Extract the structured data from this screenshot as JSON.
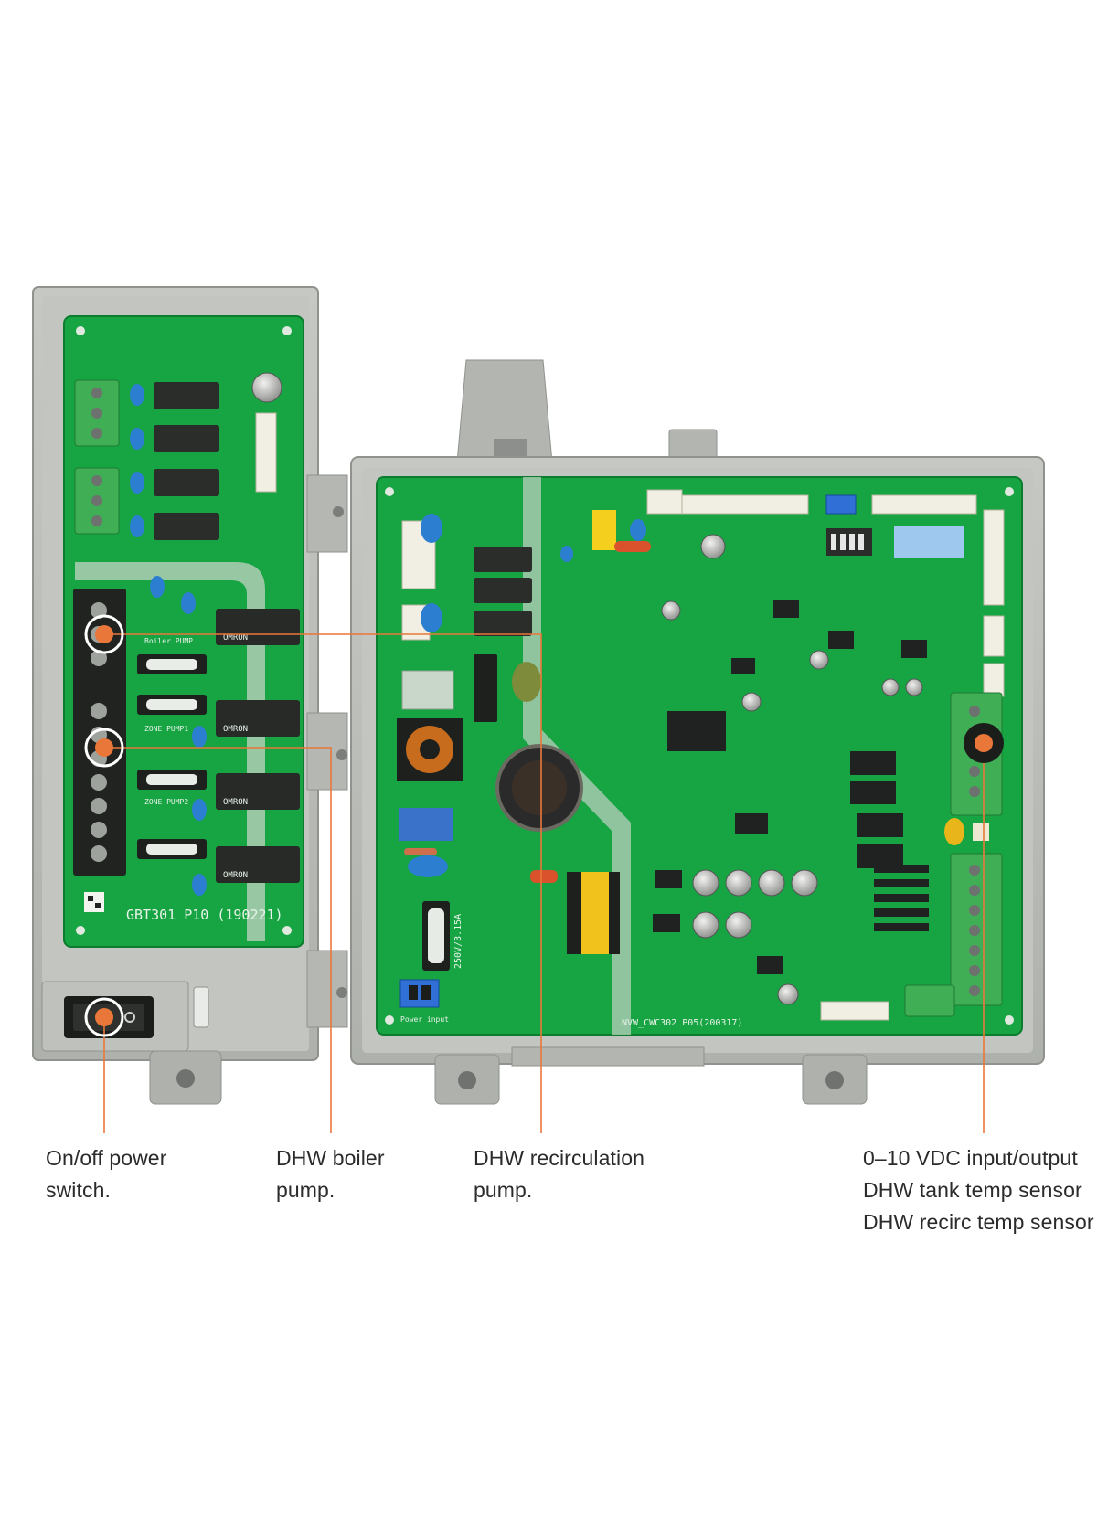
{
  "colors": {
    "background": "#ffffff",
    "enclosure": "#b9bcb8",
    "enclosure_dark": "#9ea19c",
    "pcb": "#17a443",
    "pcb_dark": "#0e8a36",
    "callout": "#e9773a",
    "caption_text": "#2b2b2b"
  },
  "board_labels": {
    "left_board": "GBT301 P10 (190221)",
    "right_board": "NVW_CWC302 P05(200317)",
    "fuse": "250V/3.15A",
    "relay_boiler": "Boiler PUMP",
    "relay_zone1": "ZONE PUMP1",
    "relay_zone2": "ZONE PUMP2",
    "power_input": "Power input",
    "relay_brand": "OMRON"
  },
  "callouts": [
    {
      "id": "power-switch",
      "lines": [
        "On/off power",
        "switch."
      ]
    },
    {
      "id": "boiler-pump",
      "lines": [
        "DHW boiler",
        "pump."
      ]
    },
    {
      "id": "recirculation-pump",
      "lines": [
        "DHW recirculation",
        "pump."
      ]
    },
    {
      "id": "sensors",
      "lines": [
        "0–10 VDC input/output",
        "DHW tank temp sensor",
        "DHW recirc temp sensor"
      ]
    }
  ]
}
